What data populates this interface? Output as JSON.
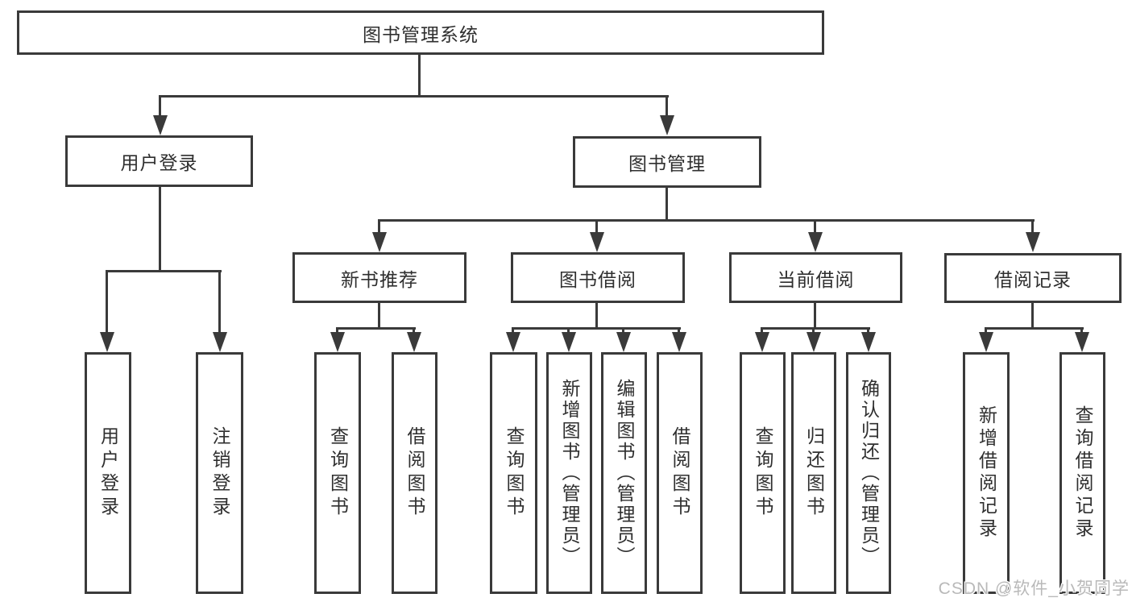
{
  "diagram": {
    "root": {
      "label": "图书管理系统"
    },
    "level2": [
      {
        "id": "user-login",
        "label": "用户登录"
      },
      {
        "id": "book-management",
        "label": "图书管理"
      }
    ],
    "level3": [
      {
        "id": "new-book-recommend",
        "label": "新书推荐"
      },
      {
        "id": "book-borrow",
        "label": "图书借阅"
      },
      {
        "id": "current-borrow",
        "label": "当前借阅"
      },
      {
        "id": "borrow-record",
        "label": "借阅记录"
      }
    ],
    "leaves": [
      {
        "id": "user-login",
        "label": "用户登录"
      },
      {
        "id": "logout",
        "label": "注销登录"
      },
      {
        "id": "query-book-1",
        "label": "查询图书"
      },
      {
        "id": "borrow-book-1",
        "label": "借阅图书"
      },
      {
        "id": "query-book-2",
        "label": "查询图书"
      },
      {
        "id": "add-book-admin",
        "label": "新增图书（管理员）"
      },
      {
        "id": "edit-book-admin",
        "label": "编辑图书（管理员）"
      },
      {
        "id": "borrow-book-2",
        "label": "借阅图书"
      },
      {
        "id": "query-book-3",
        "label": "查询图书"
      },
      {
        "id": "return-book",
        "label": "归还图书"
      },
      {
        "id": "confirm-return-admin",
        "label": "确认归还（管理员）"
      },
      {
        "id": "add-borrow-record",
        "label": "新增借阅记录"
      },
      {
        "id": "query-borrow-record",
        "label": "查询借阅记录"
      }
    ]
  },
  "watermark": {
    "text": "CSDN @软件_小贺同学"
  },
  "colors": {
    "line": "#3a3a3a",
    "box_border": "#3a3a3a",
    "text": "#2f2f2f",
    "background": "#ffffff",
    "watermark": "#b9b9b9"
  }
}
